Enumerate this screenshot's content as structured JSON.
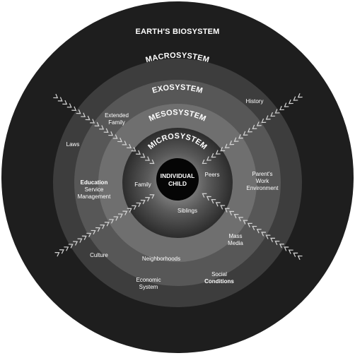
{
  "colors": {
    "outer": "#1e1e1e",
    "macro": "#3d3d3d",
    "exo": "#575757",
    "meso": "#6f6f6f",
    "micro_center": "#a3a3a3",
    "micro_edge": "#2c2c2c",
    "core": "#050505",
    "text": "#ffffff",
    "chevron": "#d6d6d6"
  },
  "rings": {
    "biosystem": "EARTH'S BIOSYSTEM",
    "macrosystem": "MACROSYSTEM",
    "exosystem": "EXOSYSTEM",
    "mesosystem": "MESOSYSTEM",
    "microsystem": "MICROSYSTEM"
  },
  "center": {
    "line1": "INDIVIDUAL",
    "line2": "CHILD"
  },
  "labels": {
    "history": "History",
    "extended_family_1": "Extended",
    "extended_family_2": "Family",
    "laws": "Laws",
    "peers": "Peers",
    "parents_work_1": "Parent's",
    "parents_work_2": "Work",
    "parents_work_3": "Environment",
    "education_1": "Education",
    "education_2": "Service",
    "education_3": "Management",
    "family": "Family",
    "siblings": "Siblings",
    "mass_media_1": "Mass",
    "mass_media_2": "Media",
    "culture": "Culture",
    "neighborhoods": "Neighborhoods",
    "social_1": "Social",
    "social_2": "Conditions",
    "economic_1": "Economic",
    "economic_2": "System"
  }
}
